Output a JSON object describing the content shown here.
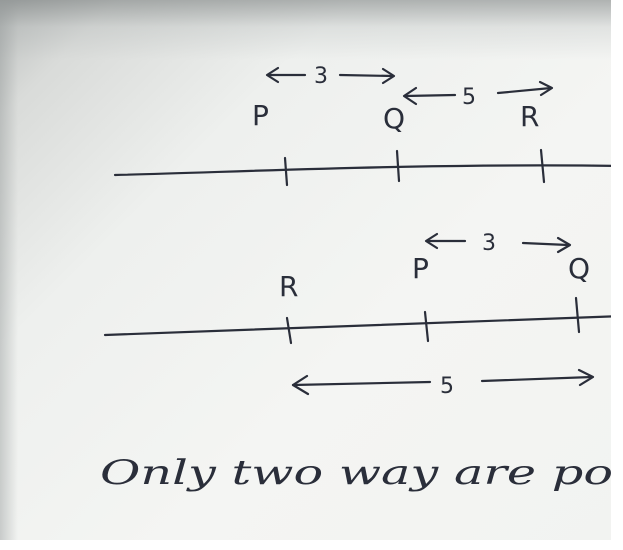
{
  "diagram1": {
    "points": [
      "P",
      "Q",
      "R"
    ],
    "distances": [
      "3",
      "5"
    ]
  },
  "diagram2": {
    "points": [
      "R",
      "P",
      "Q"
    ],
    "distances": [
      "3",
      "5"
    ]
  },
  "note": "Only two way are po"
}
